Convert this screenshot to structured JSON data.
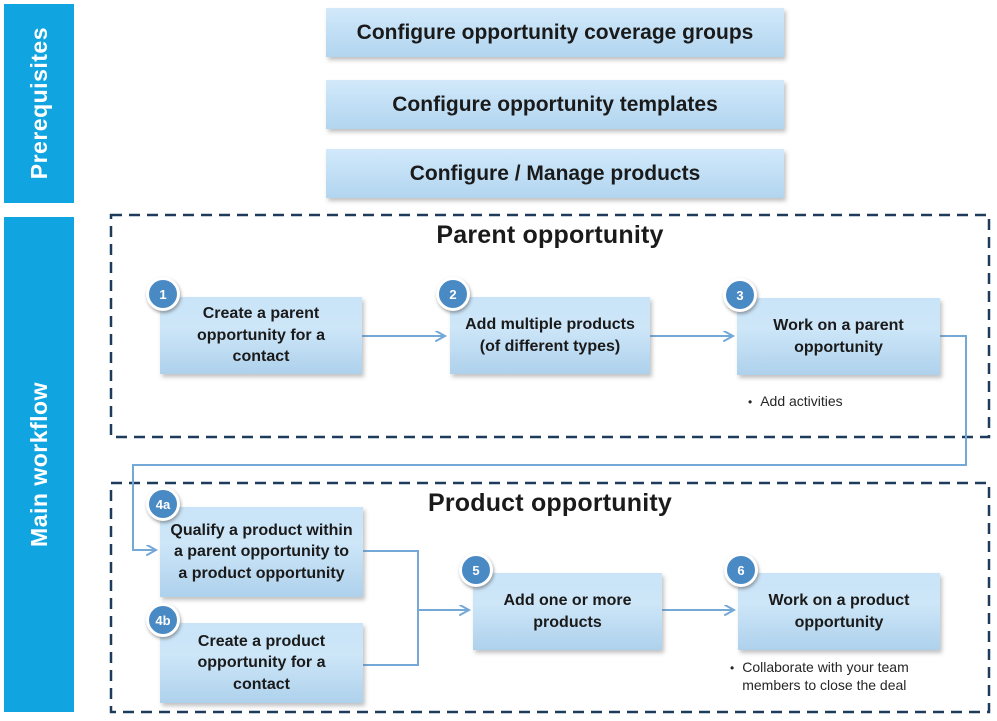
{
  "palette": {
    "sidebar_cyan": "#10a5e0",
    "dashed_border_navy": "#1f3b5c",
    "connector_blue": "#74a8d7",
    "badge_blue": "#4a8ac4",
    "box_gradient_top": "#d2e9fa",
    "box_gradient_bottom": "#aed1ec",
    "text_dark": "#1a1a1a"
  },
  "sidebar": {
    "prerequisites_label": "Prerequisites",
    "main_workflow_label": "Main workflow"
  },
  "prerequisites": {
    "items": [
      {
        "label": "Configure opportunity coverage groups"
      },
      {
        "label": "Configure opportunity templates"
      },
      {
        "label": "Configure / Manage products"
      }
    ]
  },
  "workflow": {
    "parent": {
      "title": "Parent opportunity",
      "steps": [
        {
          "number": "1",
          "label": "Create a parent opportunity for a contact"
        },
        {
          "number": "2",
          "label": "Add multiple products (of different types)"
        },
        {
          "number": "3",
          "label": "Work on a parent opportunity",
          "notes": [
            "Add activities"
          ]
        }
      ]
    },
    "product": {
      "title": "Product opportunity",
      "steps": [
        {
          "number": "4a",
          "label": "Qualify a product within a parent opportunity to a product opportunity"
        },
        {
          "number": "4b",
          "label": "Create a product opportunity for a contact"
        },
        {
          "number": "5",
          "label": "Add one or more products"
        },
        {
          "number": "6",
          "label": "Work on a product opportunity",
          "notes": [
            "Collaborate with your team members to close the deal"
          ]
        }
      ]
    }
  }
}
